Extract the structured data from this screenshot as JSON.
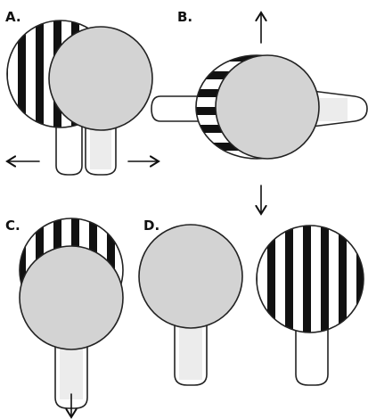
{
  "panels": {
    "a": {
      "label": "A."
    },
    "b": {
      "label": "B."
    },
    "c": {
      "label": "C."
    },
    "d": {
      "label": "D."
    }
  },
  "colors": {
    "disc": "#d3d3d3",
    "stripe": "#111111",
    "outline": "#222222",
    "stem_tint": "#ececec"
  }
}
